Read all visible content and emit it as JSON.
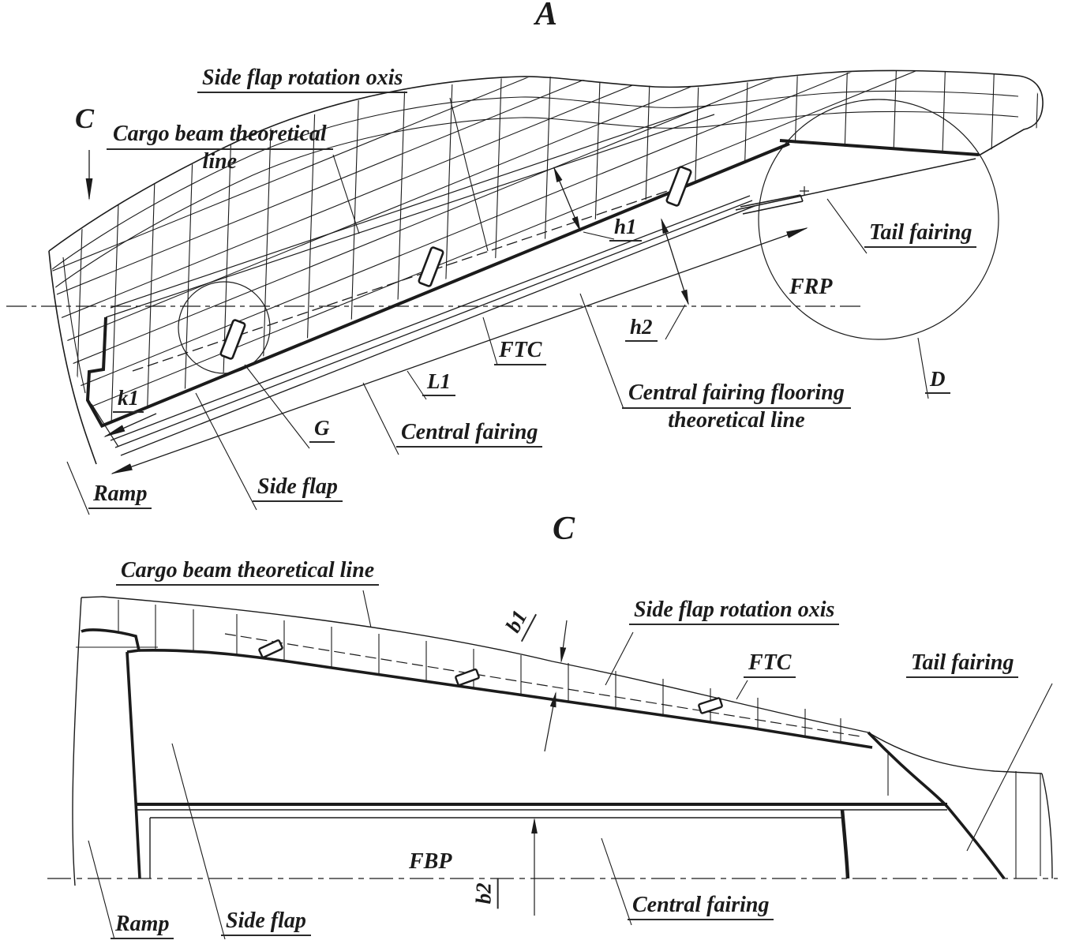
{
  "drawing": {
    "line_color": "#1b1b1b",
    "view_a": {
      "title": "A",
      "section_cut_label": "C",
      "labels": {
        "side_flap_rotation_axis": "Side flap rotation oxis",
        "cargo_beam_line1": "Cargo beam theoretical",
        "cargo_beam_line2": "line",
        "tail_fairing": "Tail fairing",
        "frp": "FRP",
        "ftc": "FTC",
        "central_fairing": "Central fairing",
        "central_fairing_flooring_line1": "Central fairing flooring",
        "central_fairing_flooring_line2": "theoretical line",
        "side_flap": "Side flap",
        "ramp": "Ramp",
        "detail_d": "D",
        "detail_g": "G",
        "dim_h1": "h1",
        "dim_h2": "h2",
        "dim_k1": "k1",
        "dim_l1": "L1"
      }
    },
    "view_c": {
      "title": "C",
      "labels": {
        "cargo_beam": "Cargo beam theoretical line",
        "side_flap_rotation_axis": "Side flap rotation oxis",
        "ftc": "FTC",
        "tail_fairing": "Tail fairing",
        "fbp": "FBP",
        "central_fairing": "Central fairing",
        "ramp": "Ramp",
        "side_flap": "Side flap",
        "dim_b1": "b1",
        "dim_b2": "b2"
      }
    }
  }
}
